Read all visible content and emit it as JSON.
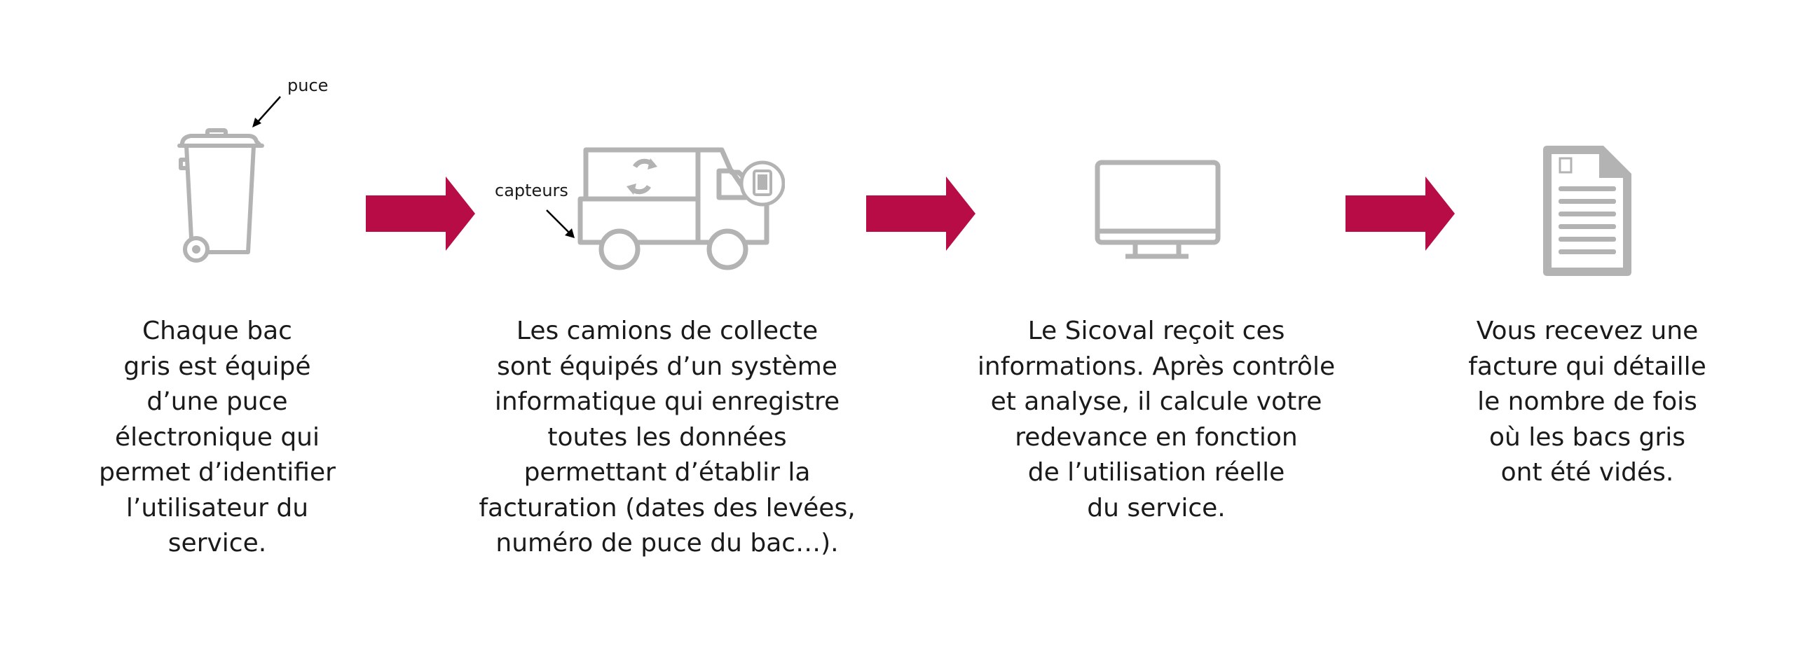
{
  "colors": {
    "arrow": "#b80c47",
    "icon_stroke": "#b3b3b3",
    "text": "#1a1a1a"
  },
  "steps": [
    {
      "icon": "bin-icon",
      "callout": "puce",
      "caption_lines": [
        "Chaque bac",
        "gris est équipé",
        "d’une puce",
        "électronique qui",
        "permet d’identifier",
        "l’utilisateur du",
        "service."
      ]
    },
    {
      "icon": "truck-icon",
      "callout": "capteurs",
      "caption_lines": [
        "Les camions de collecte",
        "sont équipés d’un système",
        "informatique qui enregistre",
        "toutes les données",
        "permettant d’établir la",
        "facturation (dates des levées,",
        "numéro de puce du bac…)."
      ]
    },
    {
      "icon": "monitor-icon",
      "caption_lines": [
        "Le Sicoval reçoit ces",
        "informations. Après contrôle",
        "et analyse, il calcule votre",
        "redevance en fonction",
        "de l’utilisation réelle",
        "du service."
      ]
    },
    {
      "icon": "invoice-icon",
      "caption_lines": [
        "Vous recevez une",
        "facture qui détaille",
        "le nombre de fois",
        "où les bacs gris",
        "ont été vidés."
      ]
    }
  ]
}
